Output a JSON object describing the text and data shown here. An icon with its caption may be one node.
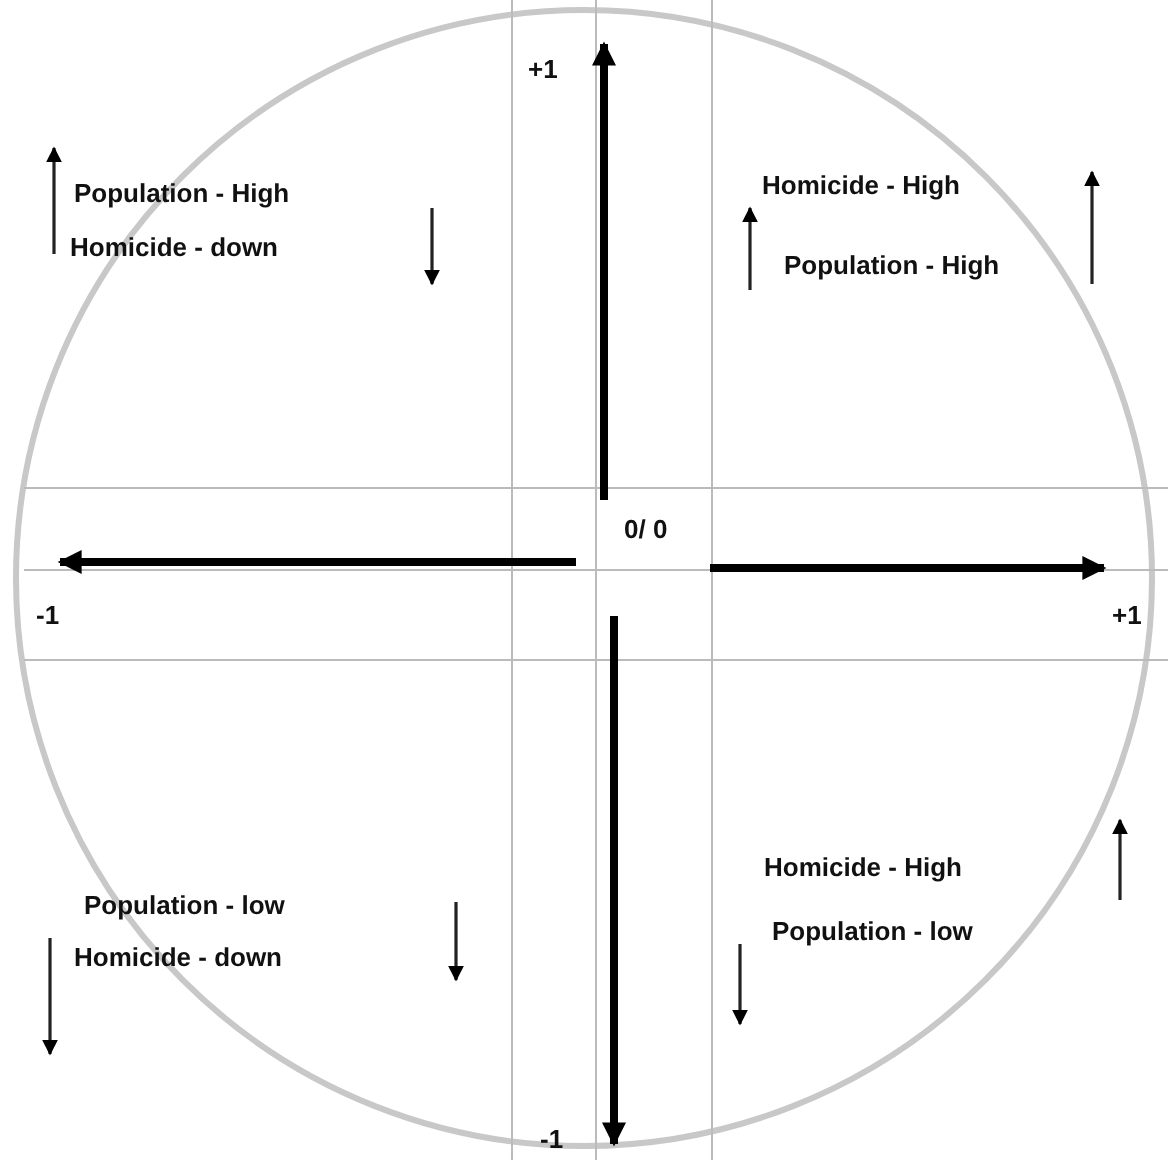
{
  "diagram": {
    "labels": [
      "+1",
      "Population - High",
      "Homicide - down",
      "Homicide - High",
      "Population - High",
      "0/ 0",
      "-1",
      "+1",
      "Population - low",
      "Homicide - down",
      "Homicide - High",
      "Population - low",
      "-1"
    ]
  }
}
